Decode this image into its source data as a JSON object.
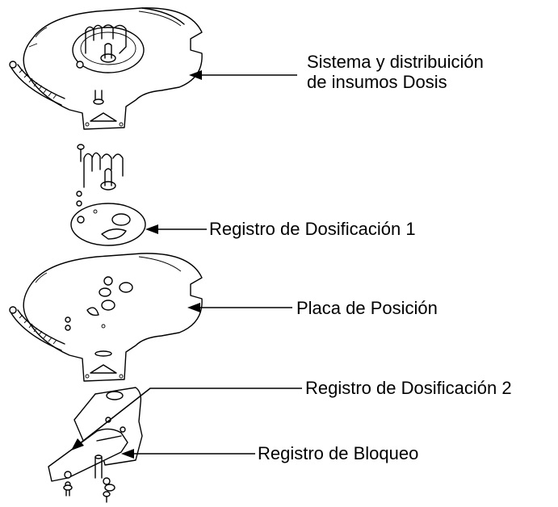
{
  "labels": {
    "dosing_system": [
      "Sistema y distribuición",
      "de insumos Dosis"
    ],
    "dosing_register_1": "Registro de Dosificación 1",
    "position_plate": "Placa de Posición",
    "dosing_register_2": "Registro de Dosificación 2",
    "lock_register": "Registro de Bloqueo"
  }
}
